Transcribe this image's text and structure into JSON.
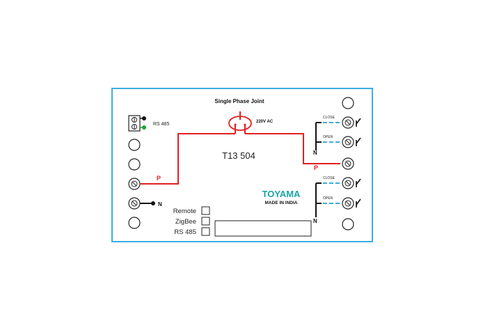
{
  "labels": {
    "joint_title": "Single Phase Joint",
    "voltage": "220V AC",
    "model": "T13 504",
    "rs485_port": "RS 485",
    "brand": "TOYAMA",
    "origin": "MADE IN INDIA",
    "phase": "P",
    "neutral": "N",
    "close": "CLOSE",
    "open": "OPEN"
  },
  "options": [
    {
      "label": "Remote"
    },
    {
      "label": "ZigBee"
    },
    {
      "label": "RS 485"
    }
  ],
  "colors": {
    "border": "#3aaee0",
    "phase_wire": "#e02020",
    "neutral_wire": "#111111",
    "signal_dash": "#3aaee0",
    "brand": "#1aa5a5",
    "rs485_green": "#1fa33a"
  }
}
